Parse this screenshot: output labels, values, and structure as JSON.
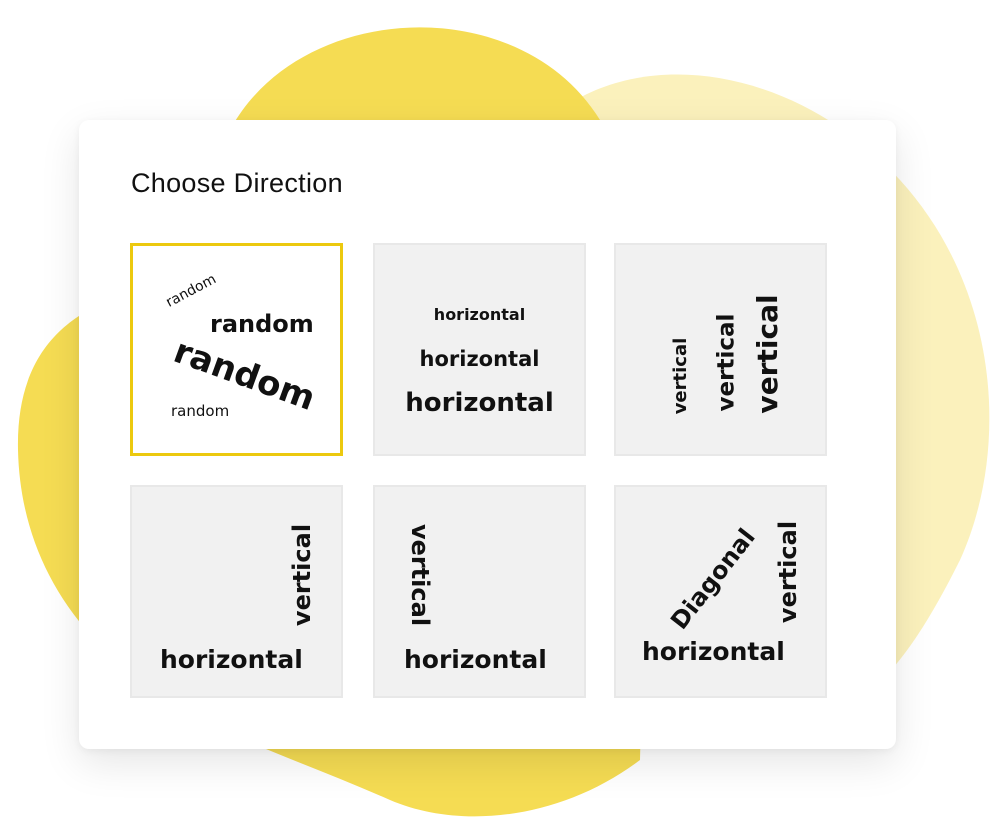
{
  "title": "Choose Direction",
  "selected_tile": "random",
  "colors": {
    "blob_dark": "#f5dc53",
    "blob_light": "#fbf1bc",
    "selected_border": "#ecc90f",
    "tile_background": "#f1f1f1"
  },
  "tiles": [
    {
      "id": "random",
      "words": [
        "random",
        "random",
        "random",
        "random"
      ]
    },
    {
      "id": "horizontal",
      "words": [
        "horizontal",
        "horizontal",
        "horizontal"
      ]
    },
    {
      "id": "vertical",
      "words": [
        "vertical",
        "vertical",
        "vertical"
      ]
    },
    {
      "id": "vertical-down-horizontal",
      "words": [
        "vertical",
        "horizontal"
      ]
    },
    {
      "id": "vertical-up-horizontal",
      "words": [
        "vertical",
        "horizontal"
      ]
    },
    {
      "id": "diagonal",
      "words": [
        "Diagonal",
        "vertical",
        "horizontal"
      ]
    }
  ]
}
